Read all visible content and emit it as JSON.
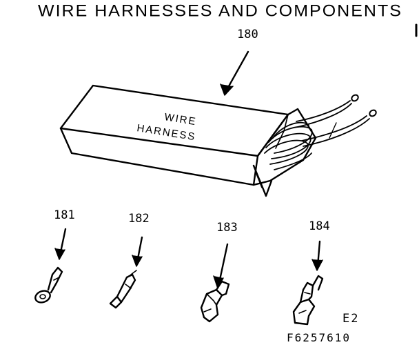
{
  "title": "WIRE HARNESSES AND COMPONENTS",
  "package_label": {
    "line1": "WIRE",
    "line2": "HARNESS"
  },
  "callouts": {
    "harness": "180",
    "ring_terminal": "181",
    "spade_terminal": "182",
    "female_connector": "183",
    "bullet_connector": "184"
  },
  "page_code": "E2",
  "figure_number": "F6257610"
}
